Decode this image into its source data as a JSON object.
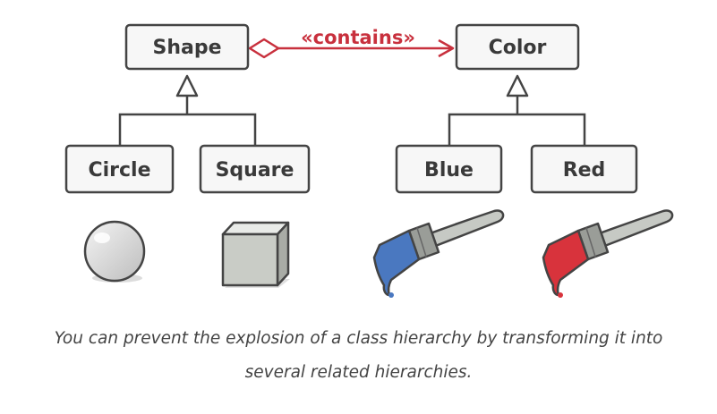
{
  "classes": {
    "shape": "Shape",
    "color": "Color",
    "circle": "Circle",
    "square": "Square",
    "blue": "Blue",
    "red": "Red"
  },
  "relation_label": "«contains»",
  "caption": {
    "line1": "You can prevent the explosion of a class hierarchy by transforming it into",
    "line2": "several related hierarchies."
  },
  "colors": {
    "box_stroke": "#444444",
    "box_fill": "#f7f7f7",
    "relation": "#c8303d",
    "paint_blue": "#4a78c0",
    "paint_red": "#d8333c"
  },
  "icons": {
    "circle": "sphere-icon",
    "square": "cube-icon",
    "blue": "blue-paintbrush-icon",
    "red": "red-paintbrush-icon"
  }
}
